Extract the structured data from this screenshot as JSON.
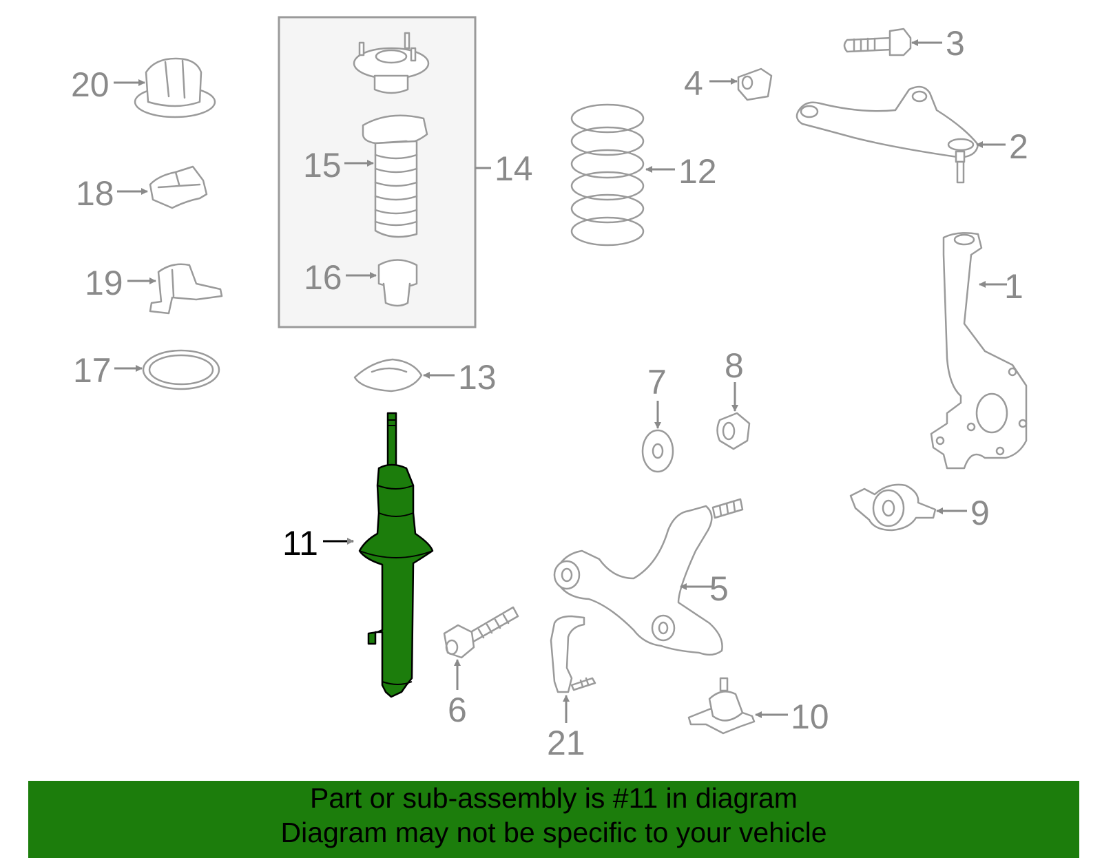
{
  "colors": {
    "highlight": "#1c7d0c",
    "banner": "#1c7d0c",
    "label": "#8a8a8a",
    "part_outline": "#9a9a9a",
    "box_fill": "#f5f5f5"
  },
  "highlighted_part": "11",
  "labels": {
    "p1": "1",
    "p2": "2",
    "p3": "3",
    "p4": "4",
    "p5": "5",
    "p6": "6",
    "p7": "7",
    "p8": "8",
    "p9": "9",
    "p10": "10",
    "p11": "11",
    "p12": "12",
    "p13": "13",
    "p14": "14",
    "p15": "15",
    "p16": "16",
    "p17": "17",
    "p18": "18",
    "p19": "19",
    "p20": "20",
    "p21": "21"
  },
  "banner": {
    "line1": "Part or sub-assembly is #11 in diagram",
    "line2": "Diagram may not be specific to your vehicle"
  }
}
